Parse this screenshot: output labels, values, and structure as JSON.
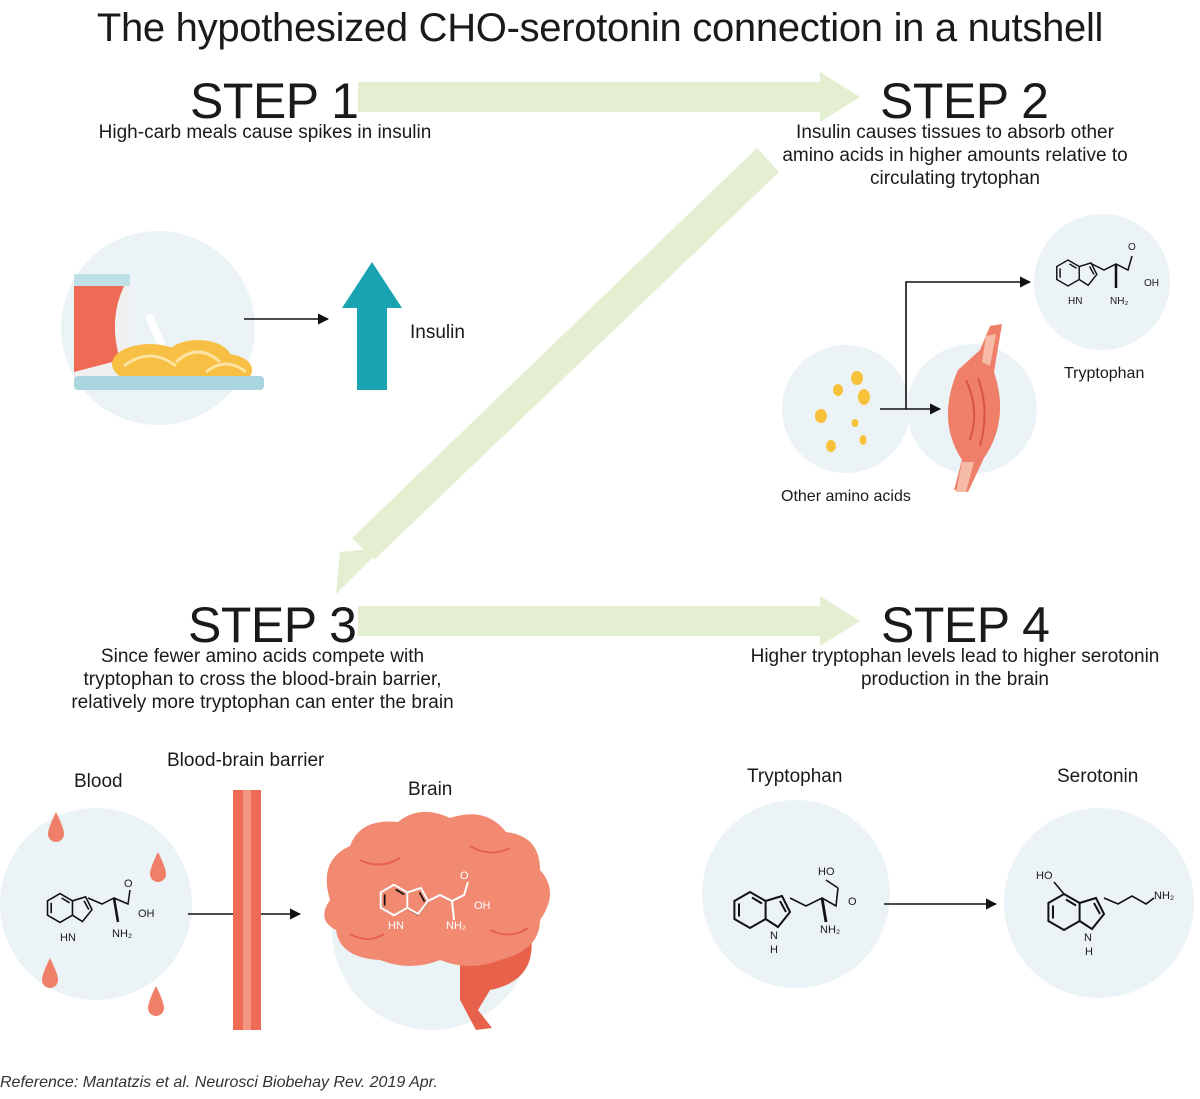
{
  "title": "The hypothesized CHO-serotonin connection in a nutshell",
  "steps": [
    {
      "label": "STEP 1",
      "text": "High-carb meals cause spikes in insulin"
    },
    {
      "label": "STEP 2",
      "text": "Insulin causes tissues to absorb other amino acids in higher amounts relative to circulating trytophan"
    },
    {
      "label": "STEP 3",
      "text": "Since fewer amino acids compete with tryptophan to cross the blood-brain barrier, relatively more tryptophan can enter the brain"
    },
    {
      "label": "STEP 4",
      "text": "Higher tryptophan levels lead to higher serotonin production in the brain"
    }
  ],
  "labels": {
    "insulin": "Insulin",
    "tryptophan": "Tryptophan",
    "other_amino_acids": "Other amino acids",
    "blood": "Blood",
    "barrier": "Blood-brain barrier",
    "brain": "Brain",
    "serotonin": "Serotonin"
  },
  "chem": {
    "hn": "HN",
    "nh2": "NH₂",
    "oh": "OH",
    "o": "O",
    "ho": "HO",
    "h": "H",
    "n": "N"
  },
  "reference": "Reference: Mantatzis et al. Neurosci Biobehay Rev. 2019 Apr.",
  "colors": {
    "arrow_green": "#e3efd0",
    "circle_bg": "#ebf3f6",
    "coral": "#ef6b55",
    "teal": "#1aa3b2",
    "pasta": "#f7c044",
    "amino_yellow": "#f7c23a"
  }
}
